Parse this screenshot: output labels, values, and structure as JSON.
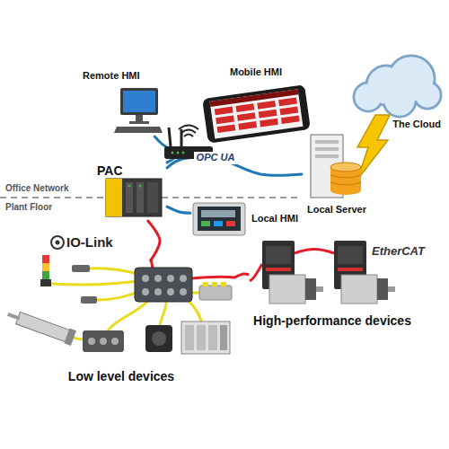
{
  "diagram": {
    "nodes": [
      {
        "text": [
          "Remote HMI"
        ]
      },
      {
        "text": [
          "Mobile HMI"
        ]
      },
      {
        "text": [
          "The Cloud"
        ]
      },
      {
        "text": [
          "Local Server"
        ]
      },
      {
        "text": [
          "PAC"
        ]
      },
      {
        "text": [
          "Local HMI"
        ]
      },
      {
        "text": [
          "Low level devices"
        ]
      },
      {
        "text": [
          "High-performance devices"
        ]
      }
    ],
    "edges": [
      {
        "from": 4,
        "to": 0,
        "arrow": "none"
      },
      {
        "from": 4,
        "to": 3,
        "label": "OPC UA",
        "arrow": "none"
      },
      {
        "from": 4,
        "to": 5,
        "arrow": "none"
      },
      {
        "from": 4,
        "to": 6,
        "arrow": "none"
      },
      {
        "from": 6,
        "to": 7,
        "arrow": "none"
      }
    ],
    "labels": [
      "Office Network",
      "Plant Floor",
      "IO-Link",
      "EtherCAT"
    ]
  }
}
